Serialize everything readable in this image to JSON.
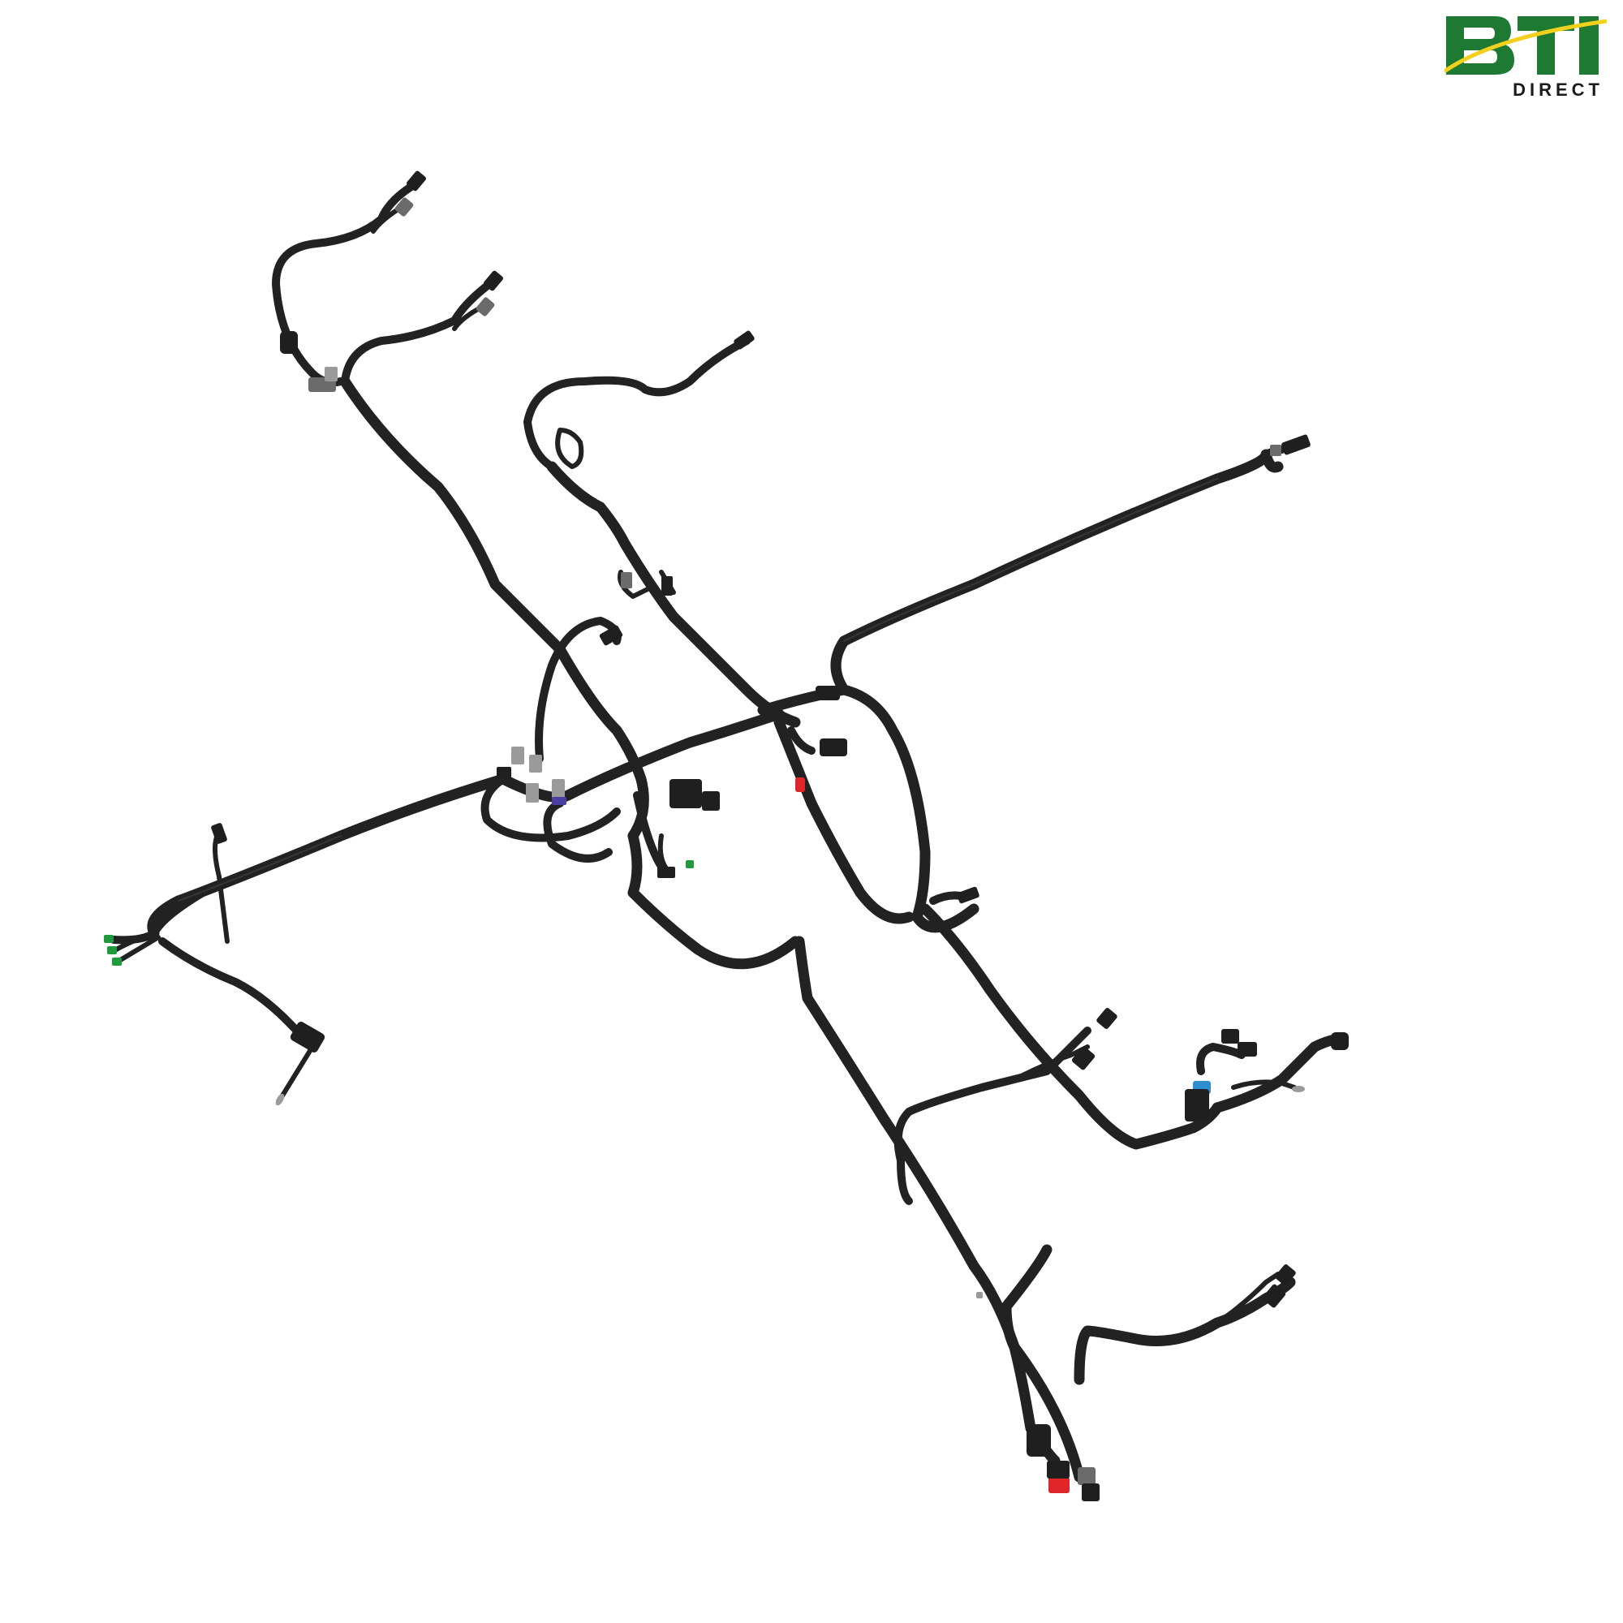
{
  "brand": {
    "logo_text": "BTI",
    "logo_subtext": "DIRECT",
    "colors": {
      "green": "#1e7a32",
      "yellow": "#f2d01e",
      "text": "#1a1a1a"
    }
  },
  "product_image": {
    "subject": "wiring harness",
    "background": "#ffffff",
    "cable_color": "#222222",
    "connector_colors": {
      "black": "#1f1f1f",
      "grey": "#6b6b6b",
      "green": "#1e9a3c",
      "red": "#e0262b",
      "blue": "#2e8fd0",
      "purple": "#4b3fa0"
    }
  }
}
